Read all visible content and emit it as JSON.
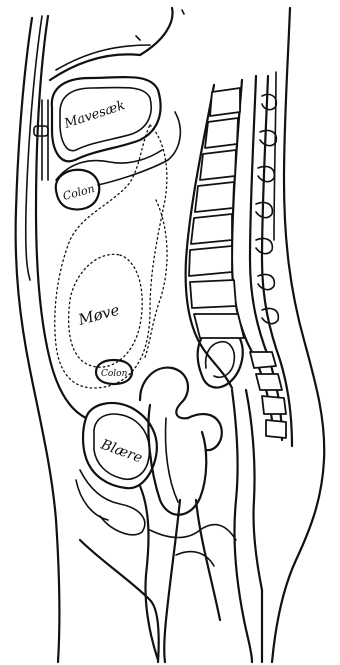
{
  "labels": {
    "stomach": "Mavesæk",
    "colon_upper": "Colon",
    "uterus": "Møve",
    "colon_lower": "Colon",
    "bladder": "Blære"
  }
}
